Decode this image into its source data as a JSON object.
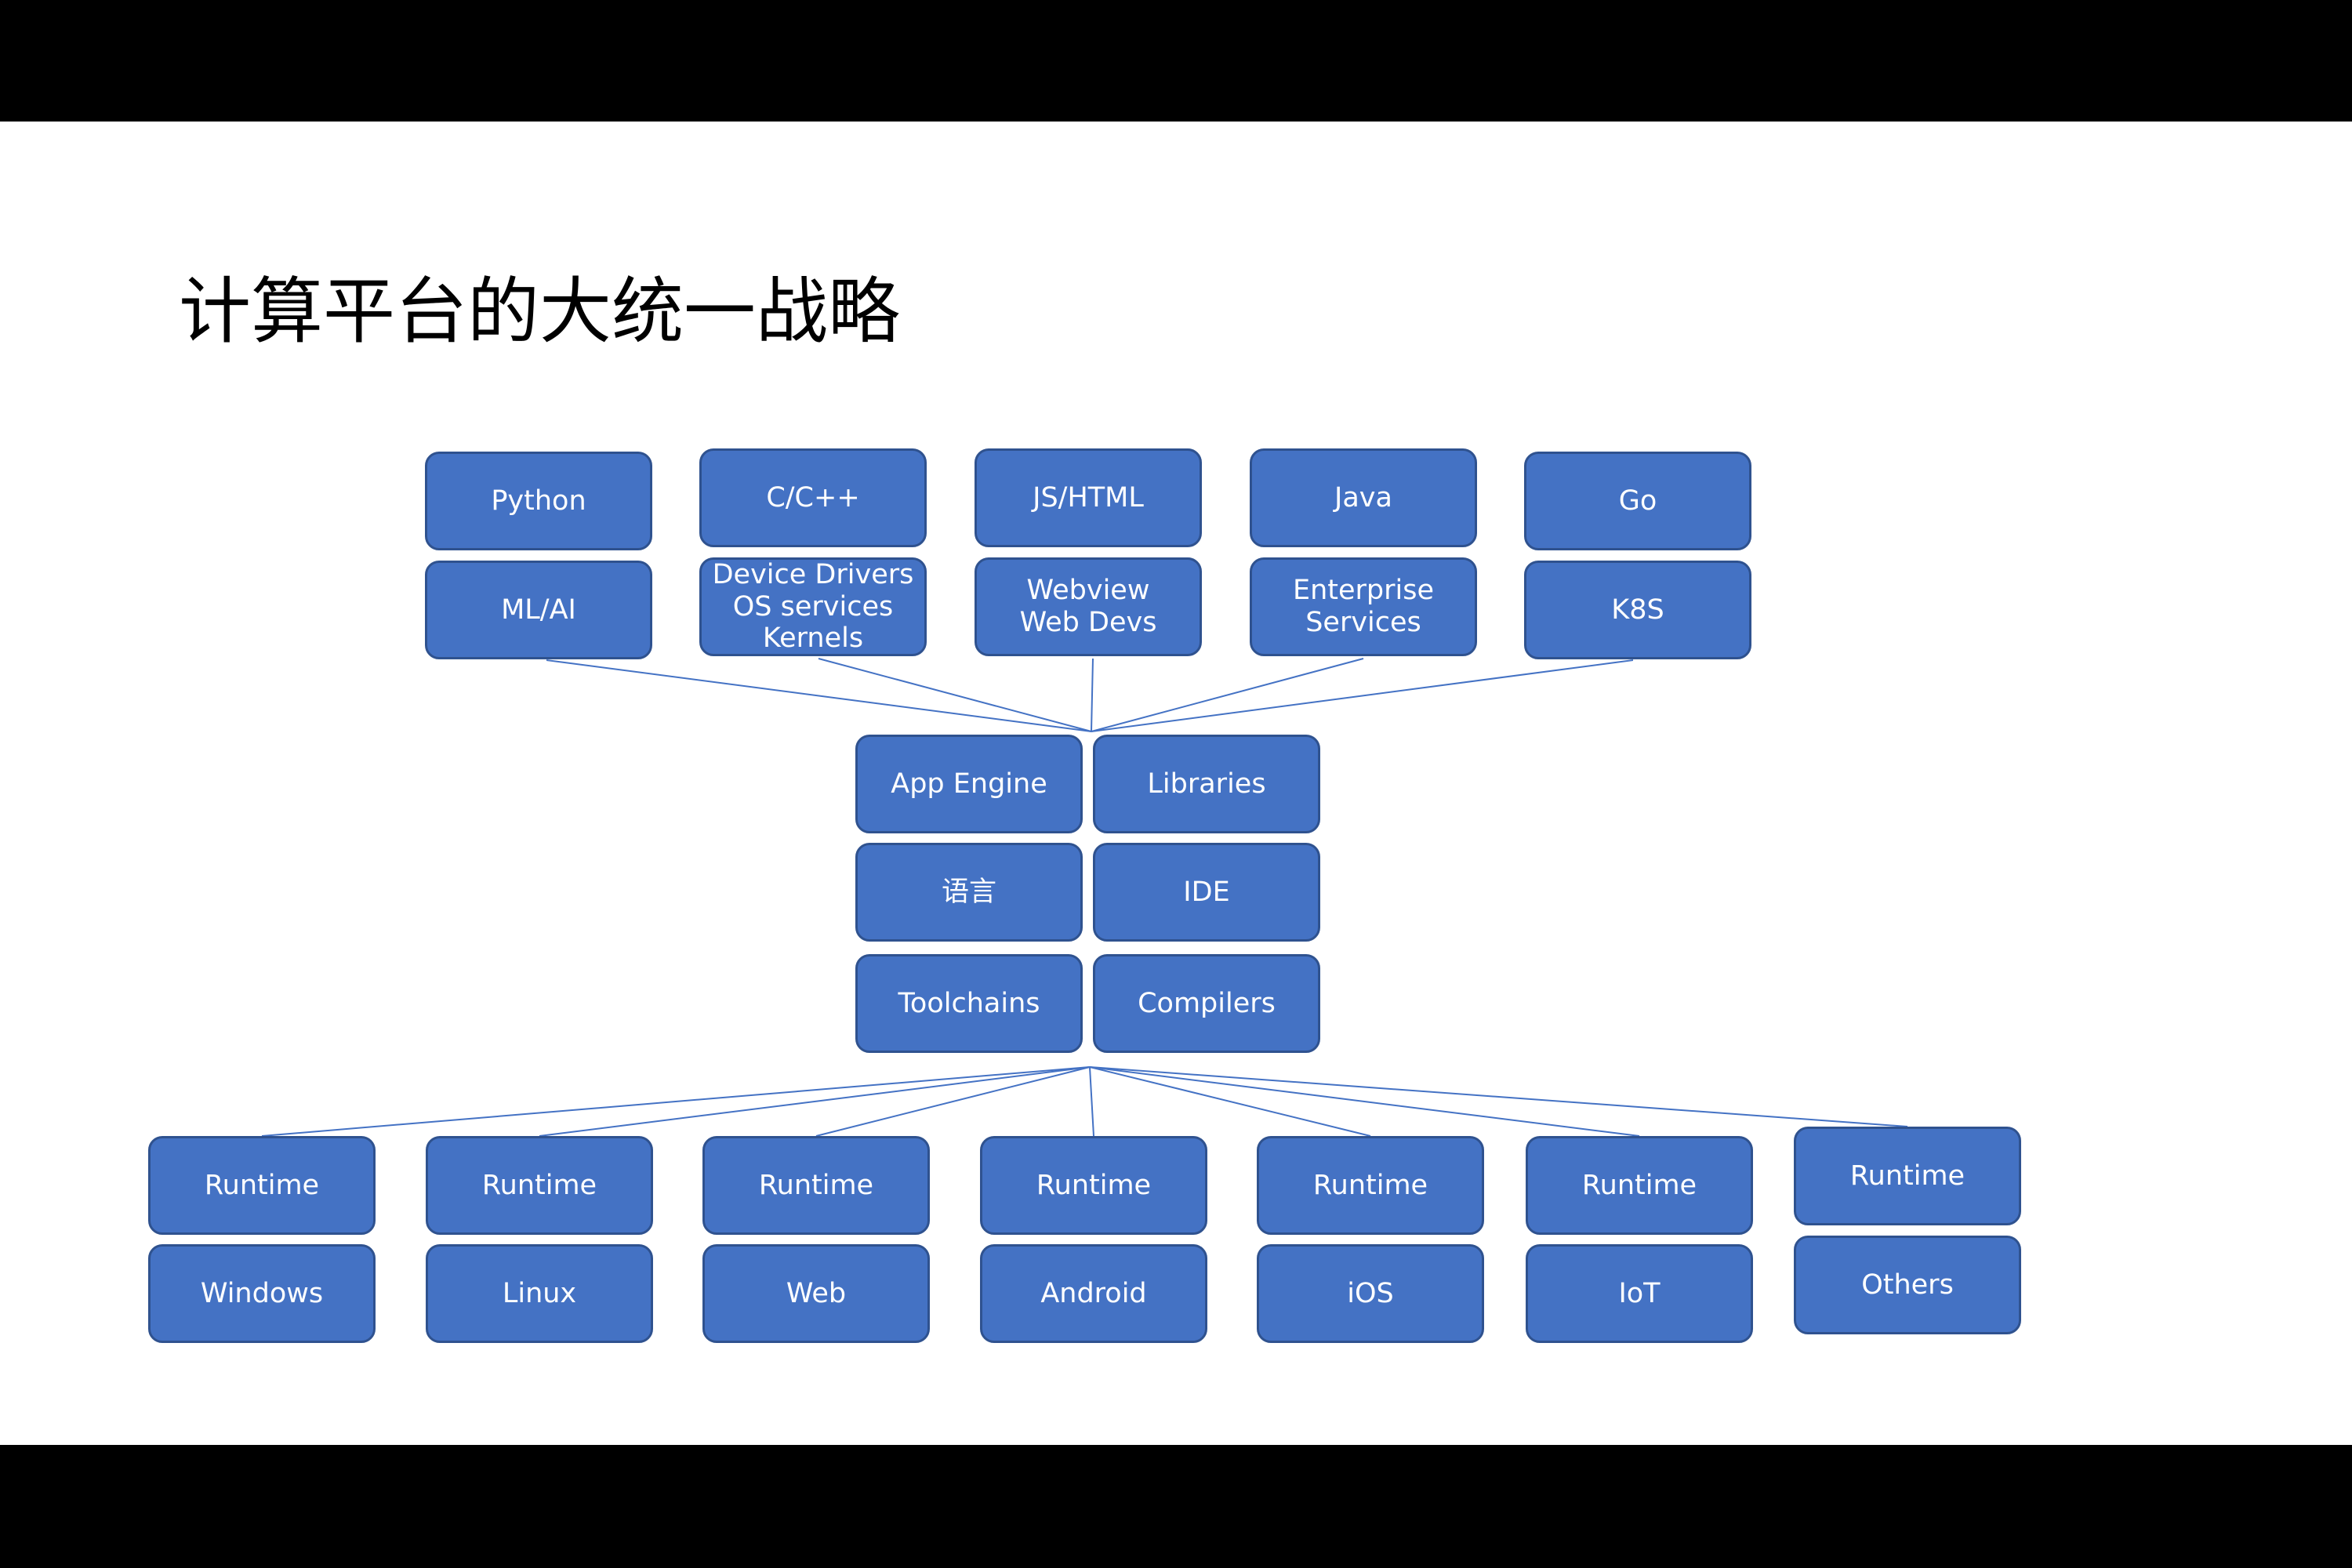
{
  "title": "计算平台的大统一战略",
  "colors": {
    "box_fill": "#4472C4",
    "box_border": "#2F528F",
    "connector": "#4472C4",
    "text": "#FFFFFF"
  },
  "languages": [
    {
      "id": "python",
      "top": "Python",
      "bottom": "ML/AI"
    },
    {
      "id": "cpp",
      "top": "C/C++",
      "bottom": "Device Drivers\nOS services\nKernels"
    },
    {
      "id": "jshtml",
      "top": "JS/HTML",
      "bottom": "Webview\nWeb Devs"
    },
    {
      "id": "java",
      "top": "Java",
      "bottom": "Enterprise\nServices"
    },
    {
      "id": "go",
      "top": "Go",
      "bottom": "K8S"
    }
  ],
  "core": [
    {
      "id": "app-engine",
      "label": "App Engine"
    },
    {
      "id": "libraries",
      "label": "Libraries"
    },
    {
      "id": "language",
      "label": "语言"
    },
    {
      "id": "ide",
      "label": "IDE"
    },
    {
      "id": "toolchains",
      "label": "Toolchains"
    },
    {
      "id": "compilers",
      "label": "Compilers"
    }
  ],
  "platforms": [
    {
      "id": "windows",
      "top": "Runtime",
      "bottom": "Windows"
    },
    {
      "id": "linux",
      "top": "Runtime",
      "bottom": "Linux"
    },
    {
      "id": "web",
      "top": "Runtime",
      "bottom": "Web"
    },
    {
      "id": "android",
      "top": "Runtime",
      "bottom": "Android"
    },
    {
      "id": "ios",
      "top": "Runtime",
      "bottom": "iOS"
    },
    {
      "id": "iot",
      "top": "Runtime",
      "bottom": "IoT"
    },
    {
      "id": "others",
      "top": "Runtime",
      "bottom": "Others"
    }
  ]
}
